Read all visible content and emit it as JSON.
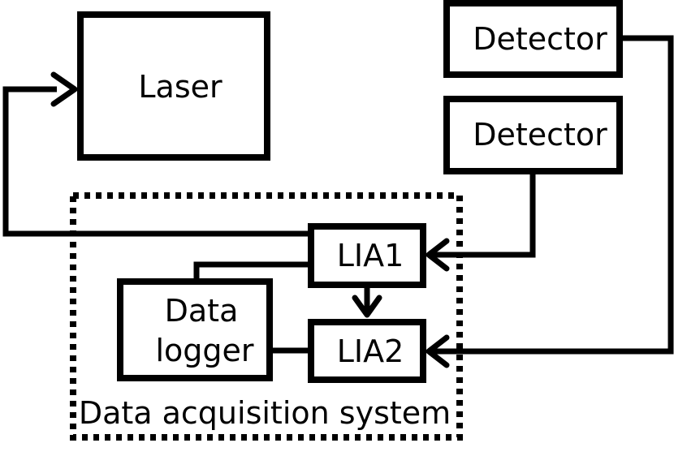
{
  "diagram": {
    "laser": {
      "label": "Laser"
    },
    "detector_1": {
      "label": "Detector"
    },
    "detector_2": {
      "label": "Detector"
    },
    "lia1": {
      "label": "LIA1"
    },
    "lia2": {
      "label": "LIA2"
    },
    "data_logger": {
      "line1": "Data",
      "line2": "logger"
    },
    "system": {
      "label": "Data acquisition system"
    }
  }
}
